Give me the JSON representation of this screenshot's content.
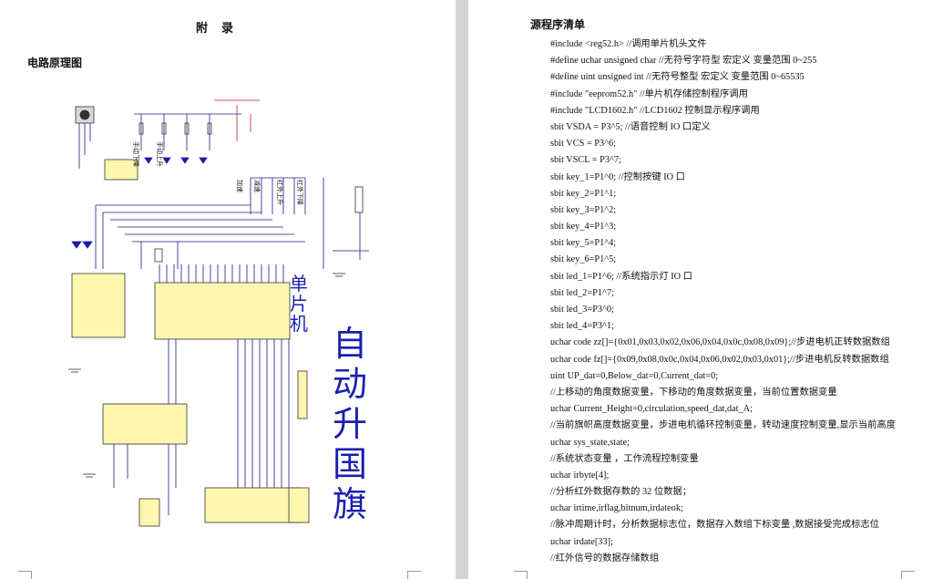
{
  "left_page": {
    "appendix_title": "附　录",
    "circuit_title": "电路原理图",
    "side_labels": {
      "mcu": "单片机",
      "project": "自动升国旗"
    },
    "switch_labels": [
      "手动下降",
      "手动上升",
      "加速",
      "减速",
      "红外上升",
      "红外下降"
    ]
  },
  "right_page": {
    "source_title": "源程序清单",
    "code": [
      "#include <reg52.h>                  //调用单片机头文件",
      "#define uchar unsigned char   //无符号字符型  宏定义 变量范围 0~255",
      "#define uint   unsigned int      //无符号整型  宏定义   变量范围 0~65535",
      "#include \"eeprom52.h\"        //单片机存储控制程序调用",
      "#include \"LCD1602.h\"      //LCD1602 控制显示程序调用",
      "sbit   VSDA = P3^5;      //语音控制 IO 口定义",
      "sbit   VCS    = P3^6;",
      "sbit   VSCL = P3^7;",
      "sbit   key_1=P1^0;    //控制按键 IO 口",
      "sbit   key_2=P1^1;",
      "sbit   key_3=P1^2;",
      "sbit   key_4=P1^3;",
      "sbit   key_5=P1^4;",
      "sbit   key_6=P1^5;",
      "sbit led_1=P1^6;     //系统指示灯 IO 口",
      "sbit led_2=P1^7;",
      "sbit led_3=P3^0;",
      "sbit led_4=P3^1;",
      "uchar code zz[]={0x01,0x03,0x02,0x06,0x04,0x0c,0x08,0x09};//步进电机正转数据数组",
      "uchar code fz[]={0x09,0x08,0x0c,0x04,0x06,0x02,0x03,0x01};//步进电机反转数据数组",
      "uint UP_dat=0,Below_dat=0,Current_dat=0;",
      "//上移动的角度数据变量，下移动的角度数据变量，当前位置数据变量",
      "uchar Current_Height=0,circulation,speed_dat,dat_A;",
      "//当前旗帜高度数据变量，步进电机循环控制变量，转动速度控制变量,显示当前高度",
      "uchar sys_state,state;",
      "//系统状态变量 ，工作流程控制变量",
      "uchar irbyte[4];",
      "//分析红外数据存数的 32 位数据；",
      "uchar irtime,irflag,bitnum,irdateok;",
      "//脉冲周期计时，分析数据标志位，数据存入数组下标变量 ,数据接受完成标志位",
      "uchar irdate[33];",
      "//红外信号的数据存储数组"
    ]
  },
  "colors": {
    "background": "#d4d4d4",
    "page": "#ffffff",
    "schematic_line": "#1a1a8c",
    "label_blue": "#1a1fb0",
    "chip_fill": "#fff7b0"
  }
}
